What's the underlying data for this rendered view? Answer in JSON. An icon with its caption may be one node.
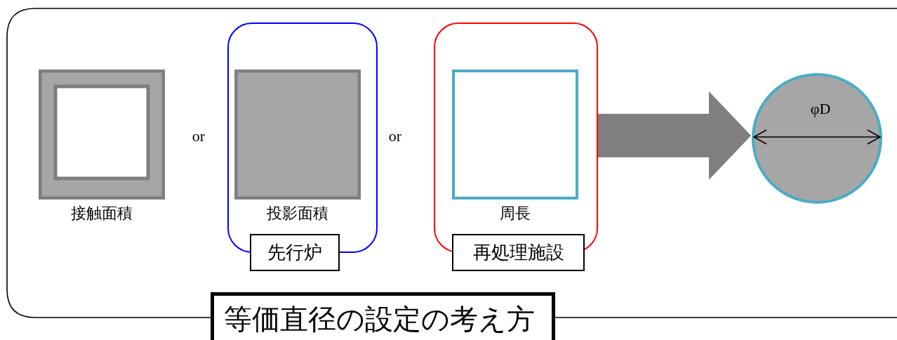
{
  "diagram": {
    "title": "等価直径の設定の考え方",
    "nodes": [
      {
        "text": [
          "接触面積"
        ]
      },
      {
        "text": [
          "先行炉"
        ]
      },
      {
        "text": [
          "投影面積"
        ],
        "in": 1
      },
      {
        "text": [
          "再処理施設"
        ]
      },
      {
        "text": [
          "周長"
        ],
        "in": 3
      },
      {
        "text": [
          "φD"
        ]
      }
    ],
    "edges": [
      {
        "from": 3,
        "to": 5,
        "arrow": "to"
      }
    ],
    "labels": [
      "or",
      "or"
    ]
  }
}
